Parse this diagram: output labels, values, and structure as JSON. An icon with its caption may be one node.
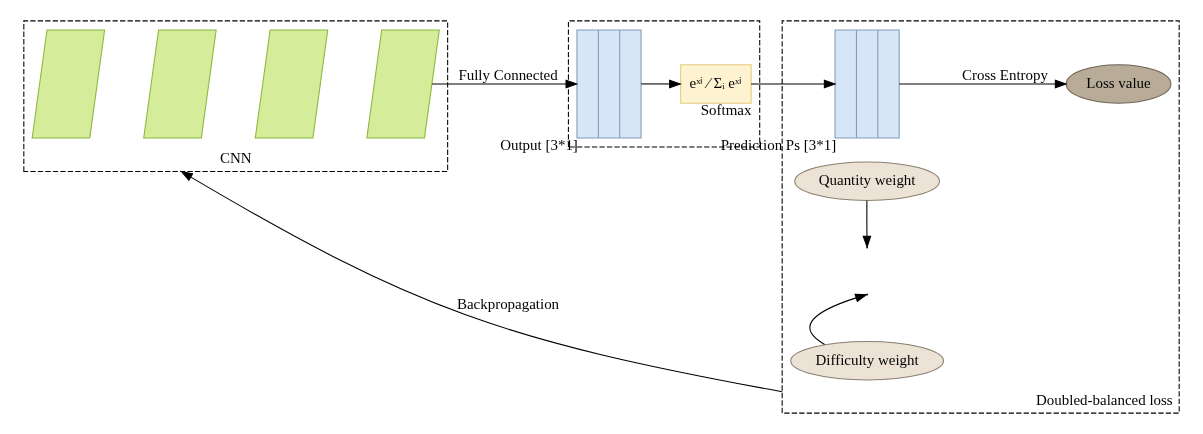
{
  "diagram": {
    "nodes": [
      {
        "text": [
          "CNN"
        ]
      },
      {
        "text": [],
        "shape": "box",
        "in": 0
      },
      {
        "text": [],
        "shape": "box",
        "in": 0
      },
      {
        "text": [],
        "shape": "box",
        "in": 0
      },
      {
        "text": [],
        "shape": "box",
        "in": 0
      },
      {
        "text": [],
        "shape": "box"
      },
      {
        "text": [],
        "shape": "bar",
        "in": 5,
        "beside": [
          "Output [3*1]"
        ]
      },
      {
        "text": [
          "eˣⁱ ⁄ Σᵢ eˣⁱ"
        ],
        "in": 5,
        "beside": [
          "Softmax"
        ]
      },
      {
        "text": [
          "Doubled-balanced loss"
        ]
      },
      {
        "text": [],
        "shape": "bar",
        "in": 8,
        "beside": [
          "Prediction Ps [3*1]"
        ]
      },
      {
        "text": [
          "Difficulty weight"
        ],
        "in": 8
      },
      {
        "text": [
          "Quantity weight"
        ],
        "in": 8
      },
      {
        "text": [
          "Loss value"
        ],
        "in": 8
      }
    ],
    "edges": [
      {
        "from": 4,
        "to": 6,
        "arrow": "to",
        "label": "Fully Connected"
      },
      {
        "from": 6,
        "to": 7,
        "arrow": "to"
      },
      {
        "from": 7,
        "to": 9,
        "arrow": "to"
      },
      {
        "from": 9,
        "to": 12,
        "arrow": "to",
        "label": "Cross Entropy"
      },
      {
        "from": 10,
        "to": null,
        "arrow": "to"
      },
      {
        "from": 11,
        "to": null,
        "arrow": "to"
      },
      {
        "from": 8,
        "to": 0,
        "arrow": "to",
        "label": "Backpropagation"
      }
    ]
  }
}
